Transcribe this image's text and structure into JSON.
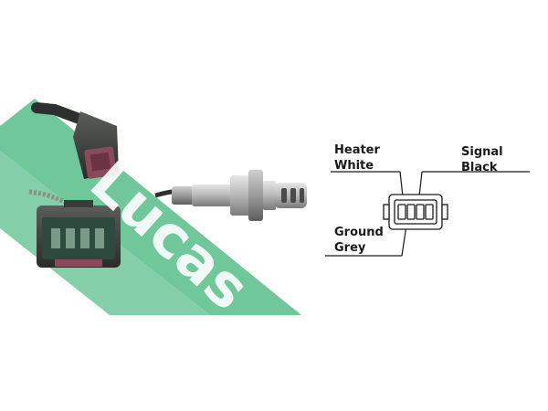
{
  "watermark": {
    "brand_text": "Lucas",
    "band_color": "#6fc79a"
  },
  "product": {
    "name": "oxygen-sensor",
    "connector_body_color": "#3a3c3a",
    "connector_pink_color": "#8a4a5a",
    "sensor_metal_color": "#b8b8b8"
  },
  "wiring_diagram": {
    "heater": {
      "name": "Heater",
      "color": "White"
    },
    "signal": {
      "name": "Signal",
      "color": "Black"
    },
    "ground": {
      "name": "Ground",
      "color": "Grey"
    }
  }
}
